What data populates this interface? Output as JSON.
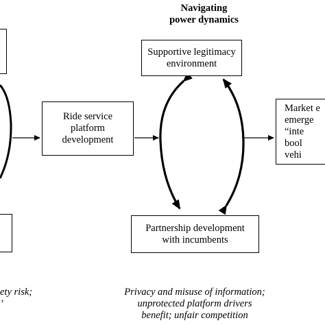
{
  "title": "Navigating\npower dynamics",
  "boxes": {
    "ride_service": "Ride service\nplatform\ndevelopment",
    "legitimacy": "Supportive legitimacy\nenvironment",
    "partnership": "Partnership development\nwith incumbents",
    "market": "Market e\nemerge\n“inte\nbool\nvehi"
  },
  "notes": {
    "left": "ety risk;\n’",
    "right": "Privacy and misuse of information;\nunprotected platform drivers\nbenefit; unfair competition"
  }
}
